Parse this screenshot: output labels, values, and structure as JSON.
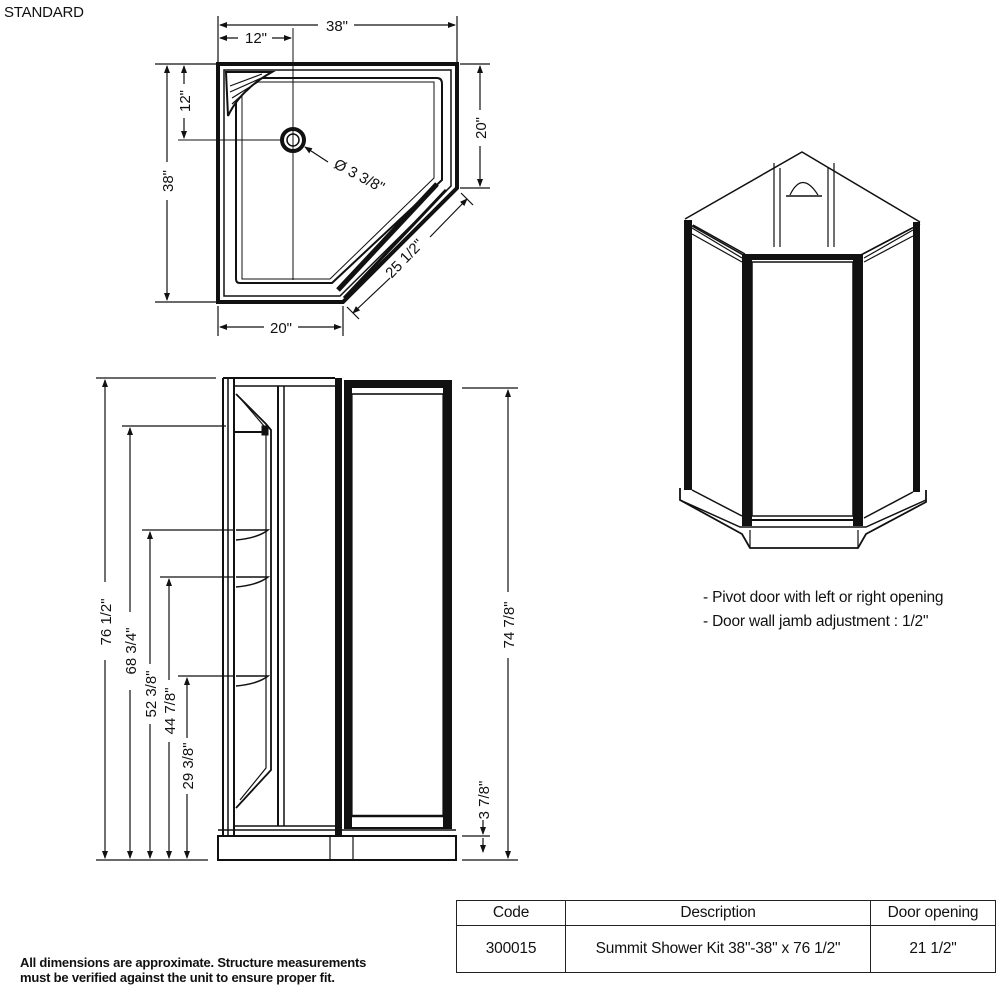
{
  "page": {
    "title": "STANDARD"
  },
  "plan_view": {
    "overall_width": "38\"",
    "drain_offset_x": "12\"",
    "drain_offset_y": "12\"",
    "overall_depth": "38\"",
    "right_return": "20\"",
    "bottom_return": "20\"",
    "diagonal_front": "25 1/2\"",
    "drain_diameter": "Ø 3 3/8\""
  },
  "elevation_view": {
    "overall_height": "76 1/2\"",
    "shelf_top": "68 3/4\"",
    "shelf_2": "52 3/8\"",
    "shelf_3": "44 7/8\"",
    "shelf_4": "29 3/8\"",
    "door_height": "74 7/8\"",
    "base_height": "3 7/8\""
  },
  "notes": [
    "- Pivot door with left or right opening",
    "- Door wall jamb adjustment : 1/2\""
  ],
  "disclaimer": {
    "line1": "All dimensions are approximate. Structure measurements",
    "line2": "must be verified against the unit to ensure proper fit."
  },
  "spec_table": {
    "headers": [
      "Code",
      "Description",
      "Door opening"
    ],
    "rows": [
      [
        "300015",
        "Summit Shower Kit 38\"-38\" x 76 1/2\"",
        "21 1/2\""
      ]
    ]
  }
}
